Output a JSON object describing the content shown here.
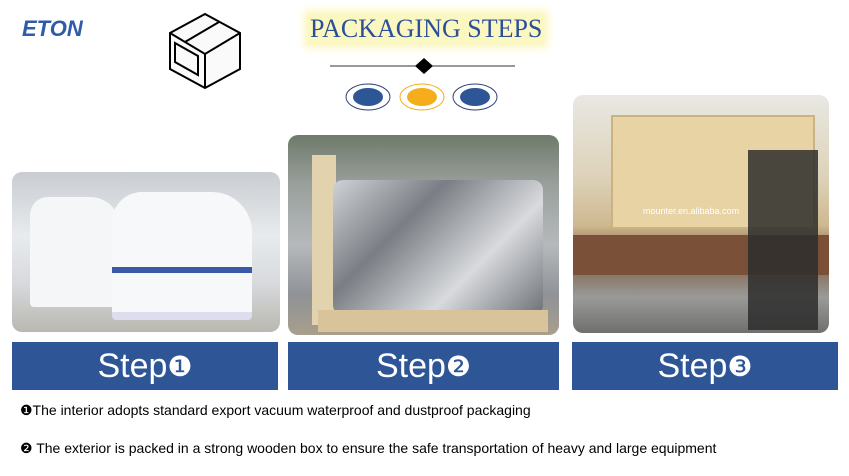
{
  "logo": "ETON",
  "title": "PACKAGING STEPS",
  "colors": {
    "brand_blue": "#2e5596",
    "accent_orange": "#f5ad1c"
  },
  "steps": [
    {
      "label": "Step",
      "num": "❶",
      "photo_caption": ""
    },
    {
      "label": "Step",
      "num": "❷",
      "photo_caption": ""
    },
    {
      "label": "Step",
      "num": "❸",
      "photo_caption": "mounter.en.alibaba.com"
    }
  ],
  "notes": [
    "❶The interior adopts standard export vacuum waterproof and dustproof packaging",
    "❷ The exterior is packed in a strong wooden box to ensure the safe transportation of heavy and large equipment"
  ]
}
